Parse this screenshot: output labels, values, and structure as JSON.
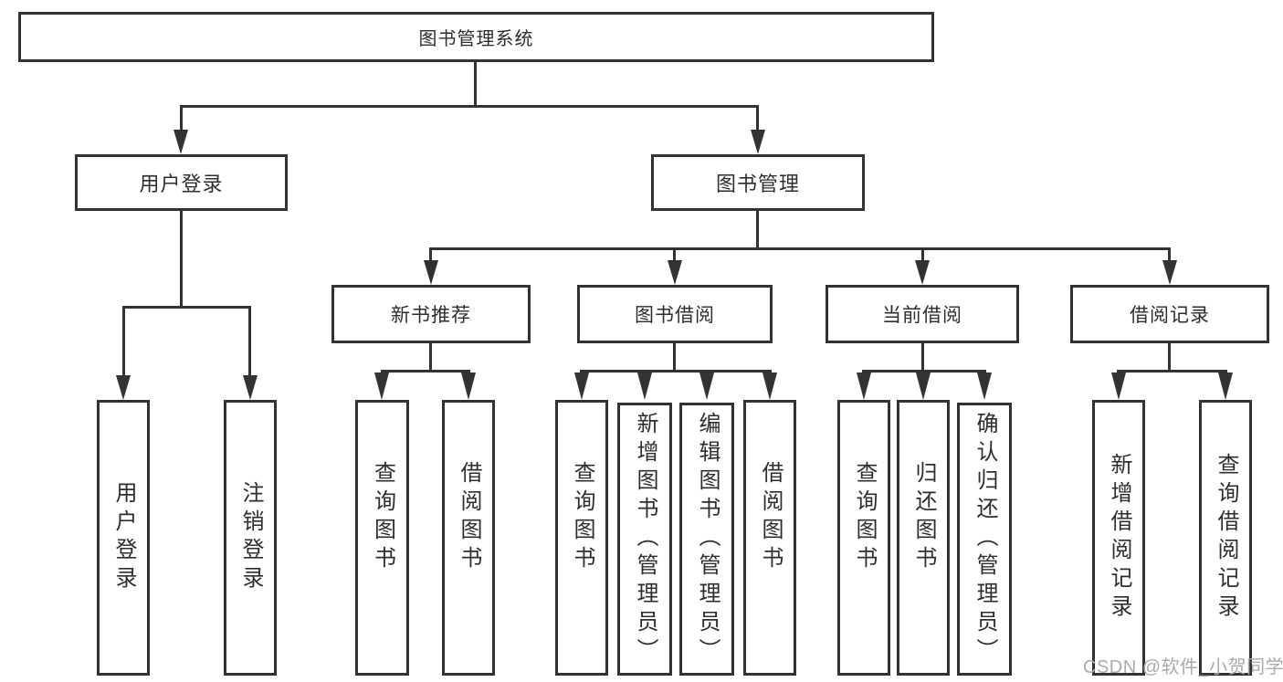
{
  "tree": {
    "label": "图书管理系统",
    "children": [
      {
        "label": "用户登录",
        "children": [
          {
            "label": "用户登录"
          },
          {
            "label": "注销登录"
          }
        ]
      },
      {
        "label": "图书管理",
        "children": [
          {
            "label": "新书推荐",
            "children": [
              {
                "label": "查询图书"
              },
              {
                "label": "借阅图书"
              }
            ]
          },
          {
            "label": "图书借阅",
            "children": [
              {
                "label": "查询图书"
              },
              {
                "label": "新增图书（管理员）"
              },
              {
                "label": "编辑图书（管理员）"
              },
              {
                "label": "借阅图书"
              }
            ]
          },
          {
            "label": "当前借阅",
            "children": [
              {
                "label": "查询图书"
              },
              {
                "label": "归还图书"
              },
              {
                "label": "确认归还（管理员）"
              }
            ]
          },
          {
            "label": "借阅记录",
            "children": [
              {
                "label": "新增借阅记录"
              },
              {
                "label": "查询借阅记录"
              }
            ]
          }
        ]
      }
    ]
  },
  "watermark": {
    "text": "CSDN @软件_小贺同学"
  },
  "colors": {
    "line": "#333333",
    "text": "#2e2e2e",
    "background": "#ffffff",
    "watermark": "#ababab"
  }
}
